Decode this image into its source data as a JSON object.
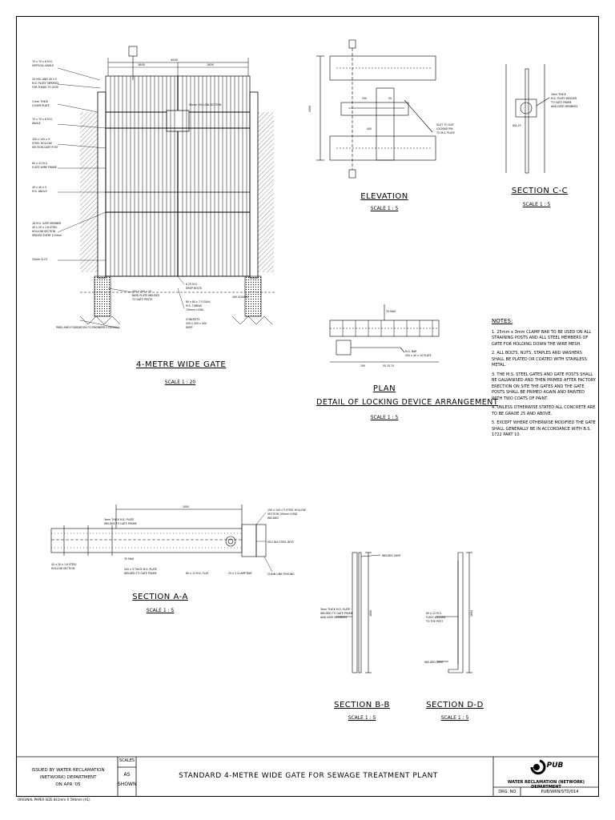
{
  "drawing_title": "STANDARD 4-METRE WIDE GATE FOR SEWAGE TREATMENT PLANT",
  "views": {
    "gate": {
      "title": "4-METRE WIDE GATE",
      "scale": "SCALE 1 : 20"
    },
    "elevation": {
      "title": "ELEVATION",
      "scale": "SCALE 1 : 5"
    },
    "section_cc": {
      "title": "SECTION C-C",
      "scale": "SCALE 1 : 5"
    },
    "plan": {
      "title": "PLAN",
      "subtitle": "DETAIL OF LOCKING DEVICE ARRANGEMENT",
      "scale": "SCALE 1 : 5"
    },
    "section_aa": {
      "title": "SECTION A-A",
      "scale": "SCALE 1 : 5"
    },
    "section_bb": {
      "title": "SECTION B-B",
      "scale": "SCALE 1 : 5"
    },
    "section_dd": {
      "title": "SECTION D-D",
      "scale": "SCALE 1 : 5"
    }
  },
  "dimensions": {
    "gate_width": "4000",
    "gate_half_left": "1800",
    "gate_half_right": "1800",
    "section_aa_length": "2000"
  },
  "notes": {
    "heading": "NOTES:",
    "items": [
      "1. 25mm x 3mm CLAMP BAR TO BE USED ON ALL STRAINING POSTS AND ALL STEEL MEMBERS OF GATE FOR HOLDING DOWN THE WIRE MESH.",
      "2. ALL BOLTS, NUTS, STAPLES AND WASHERS SHALL BE PLATED OR COATED WITH STAINLESS METAL.",
      "3. THE M.S. STEEL GATES AND GATE POSTS SHALL BE GALVANISED AND THEN PRIMED AFTER FACTORY ERECTION ON SITE THE GATES AND THE GATE POSTS SHALL BE PRIMED AGAIN AND PAINTED WITH TWO COATS OF PAINT.",
      "4. UNLESS OTHERWISE STATED ALL CONCRETE ARE TO BE GRADE 25 AND ABOVE.",
      "5. EXCEPT WHERE OTHERWISE MODIFIED THE GATE SHALL GENERALLY BE IN ACCORDANCE WITH B.S. 1722 PART 10."
    ]
  },
  "title_block": {
    "issued_by": "ISSUED BY WATER RECLAMATION (NETWORK) DEPARTMENT",
    "issued_on": "ON APR '05",
    "scales_label": "SCALES",
    "scales_value_1": "AS",
    "scales_value_2": "SHOWN",
    "logo_text": "PUB",
    "department": "WATER RECLAMATION (NETWORK) DEPARTMENT",
    "drg_label": "DRG. NO.",
    "drg_no": "PUB/WRN/STD/014"
  },
  "footer_text": "ORIGINAL PAPER SIZE 841mm X 594mm (A1)"
}
